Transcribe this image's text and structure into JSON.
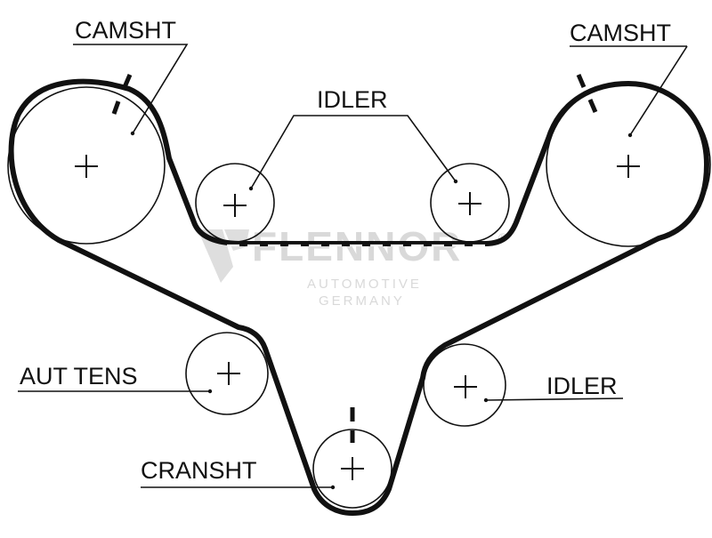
{
  "labels": {
    "camshaft_left": "CAMSHT",
    "camshaft_right": "CAMSHT",
    "idler_top": "IDLER",
    "idler_right": "IDLER",
    "auto_tensioner": "AUT TENS",
    "crankshaft": "CRANSHT"
  },
  "watermark": {
    "brand": "FLENNOR",
    "registered": "®",
    "line1": "AUTOMOTIVE",
    "line2": "GERMANY"
  },
  "colors": {
    "belt": "#111111",
    "line": "#111111",
    "watermark": "#d9d9d9"
  },
  "icons": {
    "pulley_center": "plus-cross",
    "timing_mark": "dash"
  }
}
